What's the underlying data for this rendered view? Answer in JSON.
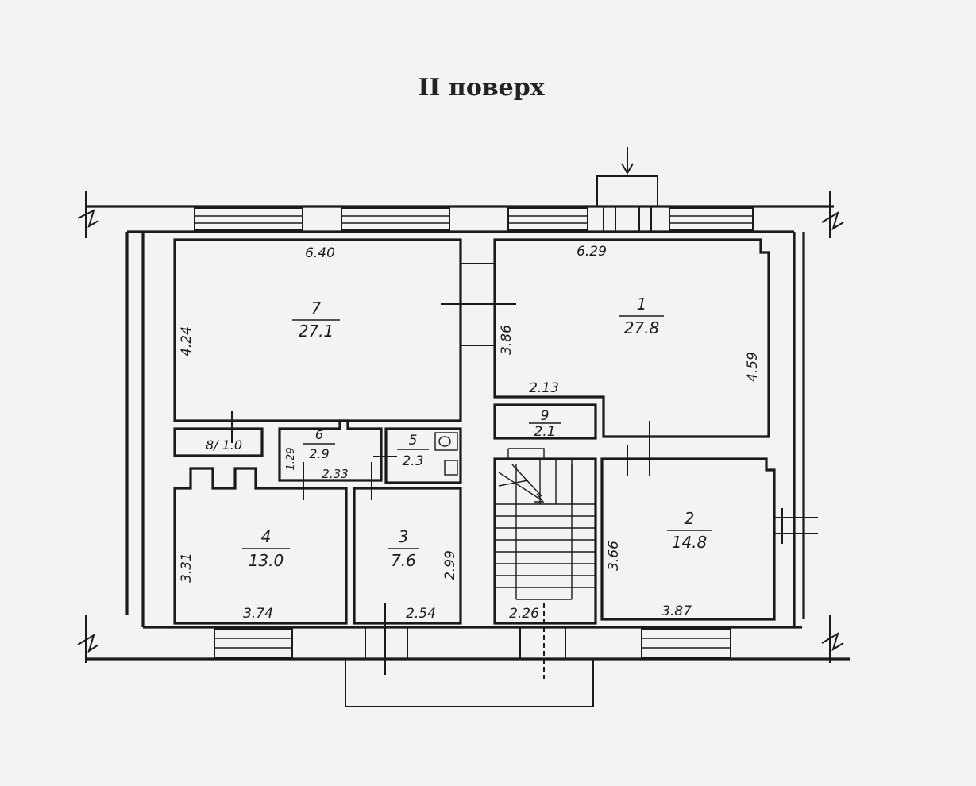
{
  "title": "II поверх",
  "rooms": [
    {
      "id": "room-7",
      "number": "7",
      "area": "27.1"
    },
    {
      "id": "room-1",
      "number": "1",
      "area": "27.8"
    },
    {
      "id": "room-6",
      "number": "6",
      "area": "2.9"
    },
    {
      "id": "room-5",
      "number": "5",
      "area": "2.3"
    },
    {
      "id": "room-9",
      "number": "9",
      "area": "2.1"
    },
    {
      "id": "room-4",
      "number": "4",
      "area": "13.0"
    },
    {
      "id": "room-3",
      "number": "3",
      "area": "7.6"
    },
    {
      "id": "room-2",
      "number": "2",
      "area": "14.8"
    }
  ],
  "room8_label": "8/ 1.0",
  "dimensions": {
    "room7_width": "6.40",
    "room7_height": "4.24",
    "room1_width": "6.29",
    "room1_left_height": "3.86",
    "room1_right_height": "4.59",
    "corridor_width": "2.13",
    "room6_height": "1.29",
    "room6_width": "2.33",
    "room4_height": "3.31",
    "room4_width": "3.74",
    "room3_height": "2.99",
    "room3_width": "2.54",
    "stair_width": "2.26",
    "room2_height": "3.66",
    "room2_width": "3.87"
  }
}
